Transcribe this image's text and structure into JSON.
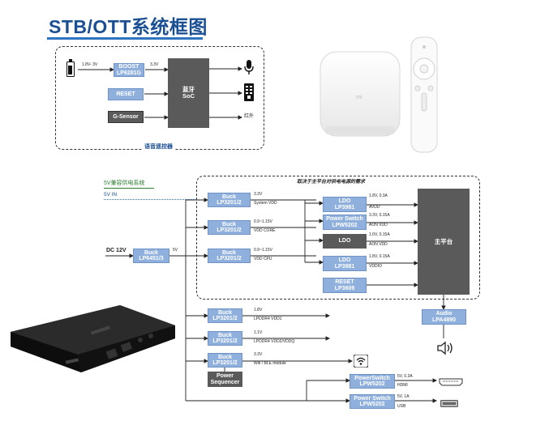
{
  "title": "STB/OTT系统框图",
  "remote": {
    "battery_label": "1.8V- 3V",
    "boost": {
      "line1": "BOOST",
      "line2": "LP6281G"
    },
    "boost_out": "3.3V",
    "reset": "RESET",
    "gsensor": "G-Sensor",
    "soc": {
      "line1": "蓝牙",
      "line2": "SoC"
    },
    "ir_label": "红外",
    "caption": "语音遥控器"
  },
  "product_logo": "mi",
  "power": {
    "section_title": "5V兼容供电系统",
    "vin": "5V IN",
    "dc_in": "DC 12V",
    "main_buck": {
      "line1": "Buck",
      "line2": "LP6451/3"
    },
    "main_buck_out": "5V",
    "main_platform_note": "取决于主平台对供电电源的需求",
    "bucks": [
      {
        "line1": "Buck",
        "line2": "LP3201/2",
        "v": "3.3V",
        "desc": "System VDD"
      },
      {
        "line1": "Buck",
        "line2": "LP3201/2",
        "v": "0.9~1.15V",
        "desc": "VDD CORE"
      },
      {
        "line1": "Buck",
        "line2": "LP3201/2",
        "v": "0.9~1.15V",
        "desc": "VDD CPU"
      }
    ],
    "ldos": [
      {
        "line1": "LDO",
        "line2": "LP3981",
        "v": "1.8V, 0.3A",
        "desc": "AVDD"
      },
      {
        "line1": "Power Switch",
        "line2": "LPW5202",
        "v": "3.3V, 0.15A",
        "desc": "AON VDD"
      },
      {
        "line1": "LDO",
        "line2": "",
        "v": "1.0V, 0.15A",
        "desc": "AON VDD"
      },
      {
        "line1": "LDO",
        "line2": "LP3981",
        "v": "1.8V, 0.15A",
        "desc": "VDDIO"
      }
    ],
    "reset_chip": {
      "line1": "RESET",
      "line2": "LP3609"
    },
    "main_platform": "主平台",
    "audio": {
      "line1": "Audio",
      "line2": "LPA4890"
    },
    "lower_bucks": [
      {
        "line1": "Buck",
        "line2": "LP3201/2",
        "v": "1.8V",
        "desc": "LPDDR4 VDD1"
      },
      {
        "line1": "Buck",
        "line2": "LP3201/2",
        "v": "1.1V",
        "desc": "LPDDR4 VDD2/VDDQ"
      },
      {
        "line1": "Buck",
        "line2": "LP3201/2",
        "v": "3.3V",
        "desc": "Wifi / BLE module"
      }
    ],
    "sequencer": {
      "line1": "Power",
      "line2": "Sequencer"
    },
    "switches": [
      {
        "line1": "PowerSwitch",
        "line2": "LPW5202",
        "v": "5V, 0.3A",
        "desc": "HDMI"
      },
      {
        "line1": "Power Switch",
        "line2": "LPW5202",
        "v": "5V, 1A",
        "desc": "USB"
      }
    ]
  }
}
